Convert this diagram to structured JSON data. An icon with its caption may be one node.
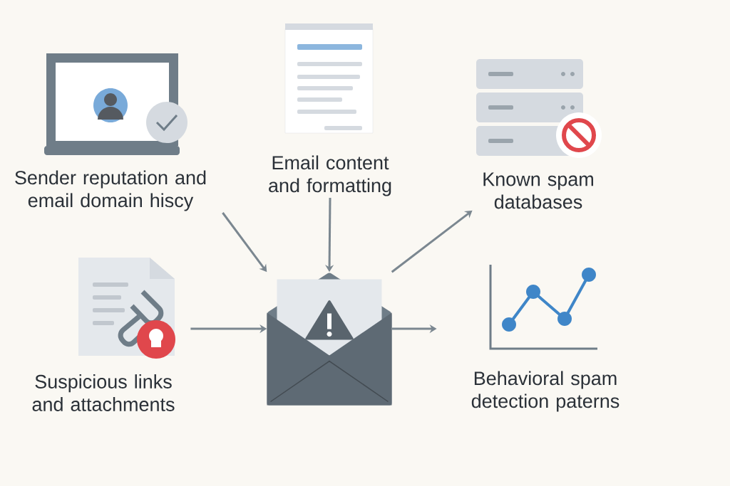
{
  "diagram": {
    "nodes": [
      {
        "text": [
          "Sender reputation and email domain hiscy"
        ]
      },
      {
        "text": [
          "Email content and formatting"
        ]
      },
      {
        "text": [
          "Known spam databases"
        ]
      },
      {
        "text": [
          "Suspicious links and attachments"
        ]
      },
      {
        "text": [],
        "shape": "picture"
      },
      {
        "text": [
          "Behavioral spam detection paterns"
        ]
      }
    ],
    "edges": [
      {
        "from": 0,
        "to": 4,
        "arrow": "to"
      },
      {
        "from": 1,
        "to": 4,
        "arrow": "to"
      },
      {
        "from": 3,
        "to": 4,
        "arrow": "to"
      },
      {
        "from": 4,
        "to": 2,
        "arrow": "to"
      },
      {
        "from": 4,
        "to": 5,
        "arrow": "to"
      }
    ]
  }
}
